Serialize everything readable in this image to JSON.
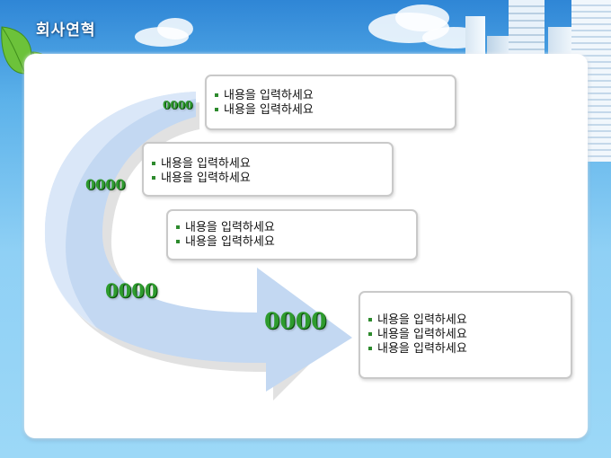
{
  "header": {
    "title": "회사연혁"
  },
  "milestones": [
    {
      "label": "0000",
      "items": [
        "내용을 입력하세요",
        "내용을 입력하세요"
      ]
    },
    {
      "label": "0000",
      "items": [
        "내용을 입력하세요",
        "내용을 입력하세요"
      ]
    },
    {
      "label": "0000",
      "items": [
        "내용을 입력하세요",
        "내용을 입력하세요"
      ]
    },
    {
      "label": "0000",
      "items": [
        "내용을 입력하세요",
        "내용을 입력하세요",
        "내용을 입력하세요"
      ]
    }
  ],
  "colors": {
    "accent_green": "#2e9b2e",
    "arrow_blue": "#c3d8f2",
    "sky_top": "#2f86d6",
    "sky_bottom": "#9cd8f7"
  },
  "icons": {
    "leaf": "leaf-icon",
    "bullet": "square-bullet-icon"
  }
}
